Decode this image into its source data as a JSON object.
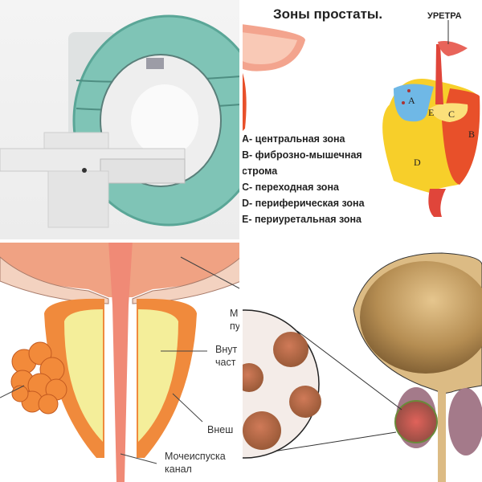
{
  "collage": {
    "top_left": {
      "subject": "MRI scanner",
      "icon": "mri-scanner-illustration"
    },
    "top_right": {
      "title": "Зоны простаты.",
      "urethra_label": "УРЕТРА",
      "zone_markers": {
        "a": "A",
        "b": "B",
        "c": "C",
        "d": "D",
        "e": "E"
      },
      "legend": [
        "A- центральная зона",
        "B- фиброзно-мышечная",
        "строма",
        "C- переходная зона",
        "D- периферическая зона",
        "E- периуретальная зона"
      ],
      "colors": {
        "central": "#6fb8e6",
        "peripheral": "#f7cf2a",
        "stroma": "#e8502a",
        "urethra": "#e0453a"
      }
    },
    "bottom_left": {
      "labels": [
        {
          "line1": "М",
          "line2": "пу"
        },
        {
          "line1": "Внут",
          "line2": "част"
        },
        {
          "line1": "Внеш",
          "line2": ""
        },
        {
          "line1": "Мочеиспуска",
          "line2": "канал"
        }
      ]
    },
    "bottom_right": {
      "subject": "prostate tumor with magnified cancer cells"
    }
  }
}
